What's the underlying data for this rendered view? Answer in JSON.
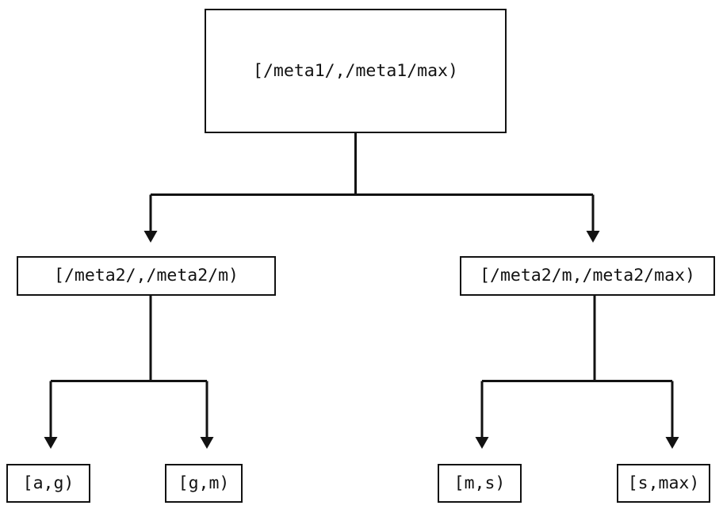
{
  "diagram": {
    "title": "interval-partition-tree",
    "colors": {
      "stroke": "#121212",
      "background": "#ffffff",
      "text": "#121212"
    },
    "nodes": {
      "root": {
        "label": "[/meta1/,/meta1/max)",
        "level": 0
      },
      "mid_left": {
        "label": "[/meta2/,/meta2/m)",
        "level": 1
      },
      "mid_right": {
        "label": "[/meta2/m,/meta2/max)",
        "level": 1
      },
      "leaf_1": {
        "label": "[a,g)",
        "level": 2
      },
      "leaf_2": {
        "label": "[g,m)",
        "level": 2
      },
      "leaf_3": {
        "label": "[m,s)",
        "level": 2
      },
      "leaf_4": {
        "label": "[s,max)",
        "level": 2
      }
    },
    "edges": [
      {
        "from": "root",
        "to": "mid_left",
        "arrow": "triangle-down"
      },
      {
        "from": "root",
        "to": "mid_right",
        "arrow": "triangle-down"
      },
      {
        "from": "mid_left",
        "to": "leaf_1",
        "arrow": "triangle-down"
      },
      {
        "from": "mid_left",
        "to": "leaf_2",
        "arrow": "triangle-down"
      },
      {
        "from": "mid_right",
        "to": "leaf_3",
        "arrow": "triangle-down"
      },
      {
        "from": "mid_right",
        "to": "leaf_4",
        "arrow": "triangle-down"
      }
    ]
  }
}
